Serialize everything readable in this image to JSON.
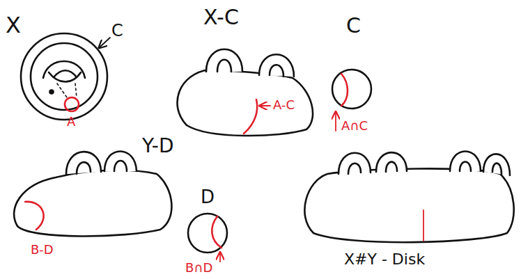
{
  "diagram": {
    "labels": [
      "X",
      "C",
      "A",
      "X-C",
      "A-C",
      "C",
      "A∩C",
      "Y-D",
      "D",
      "B-D",
      "B∩D",
      "X#Y - Disk"
    ]
  }
}
